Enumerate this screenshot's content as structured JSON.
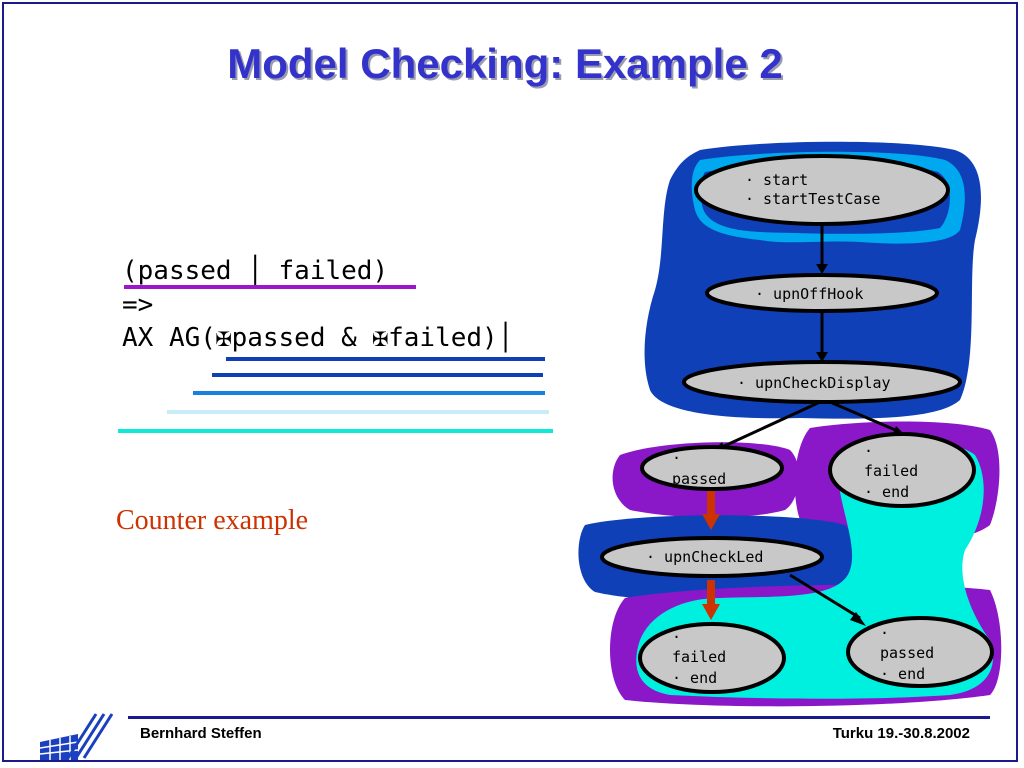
{
  "title": "Model Checking: Example 2",
  "formula": {
    "line1": "(passed │ failed)",
    "line2": "=>",
    "line3": "AX AG(✠passed & ✠failed)│"
  },
  "counter_example_label": "Counter example",
  "nodes": {
    "n1": [
      "· start",
      "· startTestCase"
    ],
    "n2": [
      "· upnOffHook"
    ],
    "n3": [
      "· upnCheckDisplay"
    ],
    "n4": [
      "·",
      "passed"
    ],
    "n5": [
      "·",
      "failed",
      "· end"
    ],
    "n6": [
      "· upnCheckLed"
    ],
    "n7": [
      "·",
      "failed",
      "· end"
    ],
    "n8": [
      "·",
      "passed",
      "· end"
    ]
  },
  "colors": {
    "title": "#3333cc",
    "region_dark_blue": "#1040b8",
    "region_light_blue": "#00a8f0",
    "region_purple": "#8a18c8",
    "region_cyan": "#00f0e0",
    "node_fill": "#c8c8c8",
    "counter_arrow": "#cc3300"
  },
  "footer": {
    "author": "Bernhard Steffen",
    "event": "Turku 19.-30.8.2002"
  }
}
